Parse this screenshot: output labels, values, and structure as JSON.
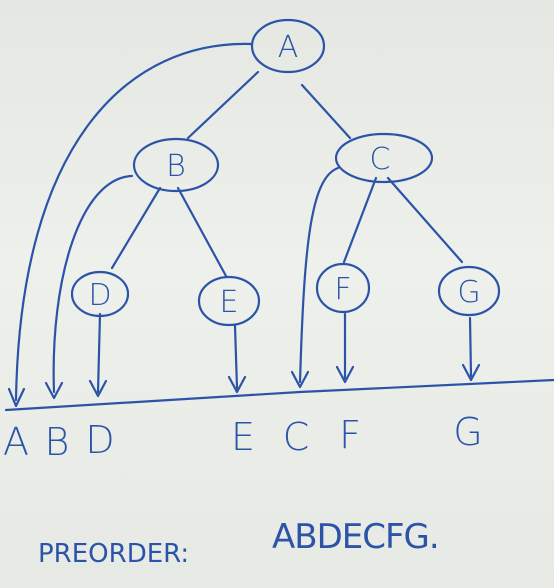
{
  "tree": {
    "nodes": [
      {
        "id": "A",
        "label": "A"
      },
      {
        "id": "B",
        "label": "B"
      },
      {
        "id": "C",
        "label": "C"
      },
      {
        "id": "D",
        "label": "D"
      },
      {
        "id": "E",
        "label": "E"
      },
      {
        "id": "F",
        "label": "F"
      },
      {
        "id": "G",
        "label": "G"
      }
    ],
    "edges": [
      [
        "A",
        "B"
      ],
      [
        "A",
        "C"
      ],
      [
        "B",
        "D"
      ],
      [
        "B",
        "E"
      ],
      [
        "C",
        "F"
      ],
      [
        "C",
        "G"
      ]
    ]
  },
  "traversal_line": {
    "letters": [
      "A",
      "B",
      "D",
      "E",
      "C",
      "F",
      "G"
    ]
  },
  "caption": {
    "label": "PREORDER:",
    "sequence": "ABDECFG."
  },
  "colors": {
    "ink": "#2b54a8",
    "board": "#e9ece8"
  }
}
